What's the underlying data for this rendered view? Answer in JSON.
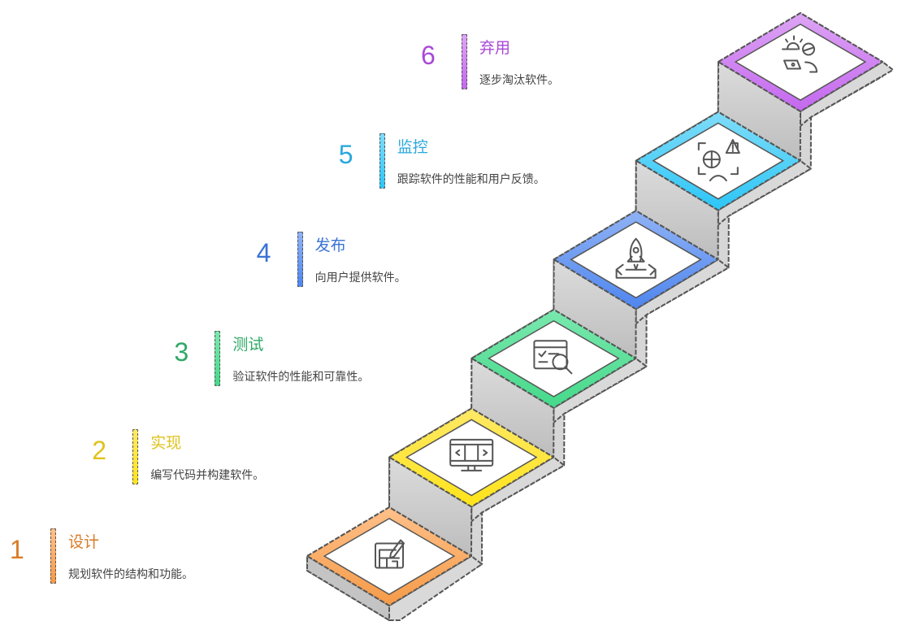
{
  "steps": [
    {
      "number": "1",
      "title": "设计",
      "description": "规划软件的结构和功能。",
      "icon": "blueprint-pencil-icon",
      "color": "#f59b48",
      "color_light": "#ffc08a",
      "text_color": "#d97b25"
    },
    {
      "number": "2",
      "title": "实现",
      "description": "编写代码并构建软件。",
      "icon": "code-monitor-icon",
      "color": "#ffe41a",
      "color_light": "#ffe866",
      "text_color": "#e0c21c"
    },
    {
      "number": "3",
      "title": "测试",
      "description": "验证软件的性能和可靠性。",
      "icon": "checklist-magnifier-icon",
      "color": "#45d98a",
      "color_light": "#7ae8ae",
      "text_color": "#2fa866"
    },
    {
      "number": "4",
      "title": "发布",
      "description": "向用户提供软件。",
      "icon": "rocket-launch-icon",
      "color": "#4f86ee",
      "color_light": "#8fb2f5",
      "text_color": "#3a73d6"
    },
    {
      "number": "5",
      "title": "监控",
      "description": "跟踪软件的性能和用户反馈。",
      "icon": "monitoring-alert-icon",
      "color": "#2cc6f7",
      "color_light": "#7fdcf8",
      "text_color": "#2aa8dd"
    },
    {
      "number": "6",
      "title": "弃用",
      "description": "逐步淘汰软件。",
      "icon": "sunset-user-icon",
      "color": "#c468ef",
      "color_light": "#dda4f4",
      "text_color": "#a948d8"
    }
  ]
}
